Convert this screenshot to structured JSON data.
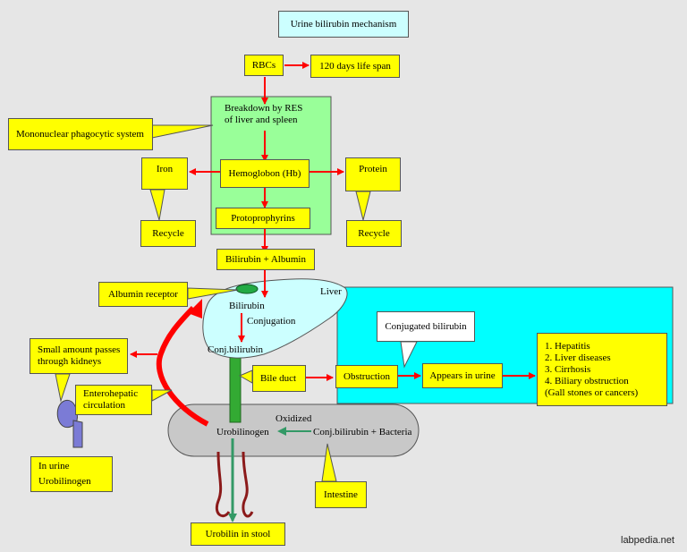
{
  "title": "Urine bilirubin mechanism",
  "rbcs": "RBCs",
  "lifespan": "120 days life span",
  "breakdown": "Breakdown by RES\nof liver and spleen",
  "mps": "Mononuclear phagocytic system",
  "iron": "Iron",
  "recycle_left": "Recycle",
  "hemoglobin": "Hemoglobon (Hb)",
  "protein": "Protein",
  "recycle_right": "Recycle",
  "protoporphyrins": "Protoprophyrins",
  "bilirubin_albumin": "Bilirubin + Albumin",
  "albumin_receptor": "Albumin receptor",
  "liver": "Liver",
  "bilirubin": "Bilirubin",
  "conjugation": "Conjugation",
  "conj_bilirubin": "Conj.bilirubin",
  "small_amount": "Small amount passes\nthrough kidneys",
  "enterohepatic": "Enterohepatic\ncirculation",
  "bile_duct": "Bile duct",
  "conjugated_bilirubin": "Conjugated bilirubin",
  "obstruction": "Obstruction",
  "appears_urine": "Appears in urine",
  "causes": "1. Hepatitis\n2. Liver diseases\n3. Cirrhosis\n4. Biliary obstruction\n    (Gall stones or cancers)",
  "oxidized": "Oxidized",
  "urobilinogen": "Urobilinogen",
  "conj_bacteria": "Conj.bilirubin + Bacteria",
  "in_urine": "In urine\nUrobilinogen",
  "intestine": "Intestine",
  "stool": "Urobilin in stool",
  "watermark": "labpedia.net",
  "colors": {
    "yellow": "#ffff00",
    "green": "#99ff99",
    "cyan": "#00ffff",
    "arrow_red": "#ff0000",
    "arrow_green": "#339966",
    "kidney": "#7b7bd6"
  }
}
